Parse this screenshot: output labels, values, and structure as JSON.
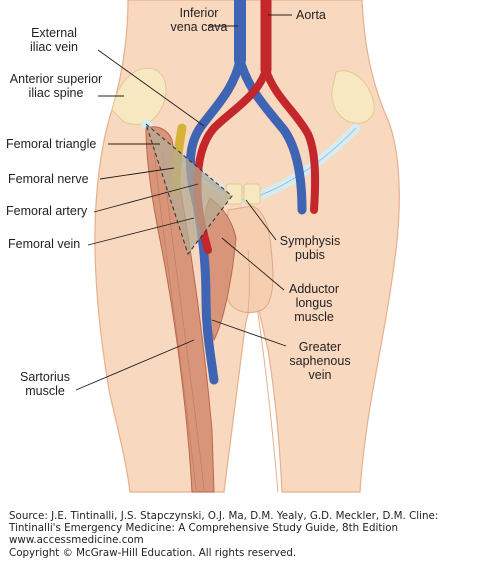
{
  "labels": {
    "ivc": [
      "Inferior",
      "vena cava"
    ],
    "aorta": "Aorta",
    "external_iliac_vein": [
      "External",
      "iliac vein"
    ],
    "asis": [
      "Anterior superior",
      "iliac spine"
    ],
    "femoral_triangle": "Femoral triangle",
    "femoral_nerve": "Femoral nerve",
    "femoral_artery": "Femoral artery",
    "femoral_vein": "Femoral vein",
    "symphysis_pubis": [
      "Symphysis",
      "pubis"
    ],
    "adductor_longus": [
      "Adductor",
      "longus",
      "muscle"
    ],
    "greater_saphenous": [
      "Greater",
      "saphenous",
      "vein"
    ],
    "sartorius": [
      "Sartorius",
      "muscle"
    ]
  },
  "caption": {
    "source": "Source: J.E. Tintinalli, J.S. Stapczynski, O.J. Ma, D.M. Yealy, G.D. Meckler, D.M. Cline:",
    "title": "Tintinalli's Emergency Medicine: A Comprehensive Study Guide, 8th Edition",
    "url": "www.accessmedicine.com",
    "copyright": "Copyright © McGraw-Hill Education.  All rights reserved."
  },
  "colors": {
    "skin": "#f8d8be",
    "skin_outline": "#e8b08c",
    "bone": "#f7e8c2",
    "vein": "#3f64b4",
    "artery": "#c3262b",
    "muscle": "#d99579",
    "nerve": "#d7b23a",
    "ligament": "#d4ecf4",
    "triangle": "#b5ab93"
  }
}
